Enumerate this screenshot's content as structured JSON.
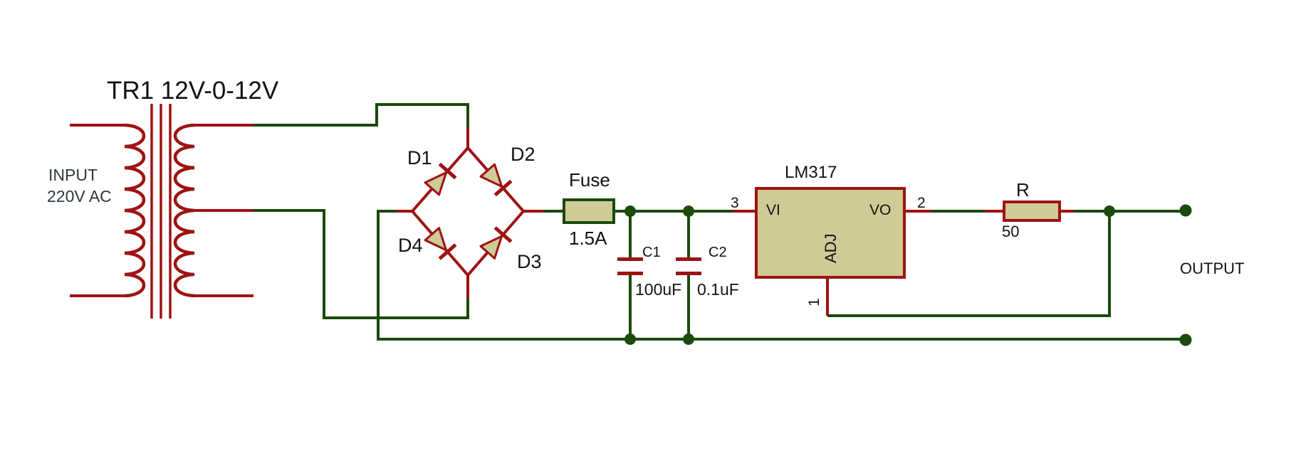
{
  "schematic": {
    "transformer_title": "TR1 12V-0-12V",
    "input": {
      "line1": "INPUT",
      "line2": "220V AC"
    },
    "bridge": {
      "d1": "D1",
      "d2": "D2",
      "d3": "D3",
      "d4": "D4"
    },
    "fuse": {
      "label": "Fuse",
      "rating": "1.5A"
    },
    "capacitor_c1": {
      "label": "C1",
      "value": "100uF"
    },
    "capacitor_c2": {
      "label": "C2",
      "value": "0.1uF"
    },
    "regulator": {
      "label": "LM317",
      "pin_vi": "VI",
      "pin_vo": "VO",
      "pin_adj": "ADJ",
      "pin_1": "1",
      "pin_2": "2",
      "pin_3": "3"
    },
    "resistor": {
      "label": "R",
      "value": "50"
    },
    "output_label": "OUTPUT"
  },
  "colors": {
    "background": "#FFFFFF",
    "wire_red": "#9E1212",
    "wire_green": "#1B4A0D",
    "component_fill": "#CFCA96",
    "label_text": "#121212",
    "input_label_text": "#2E3742"
  }
}
